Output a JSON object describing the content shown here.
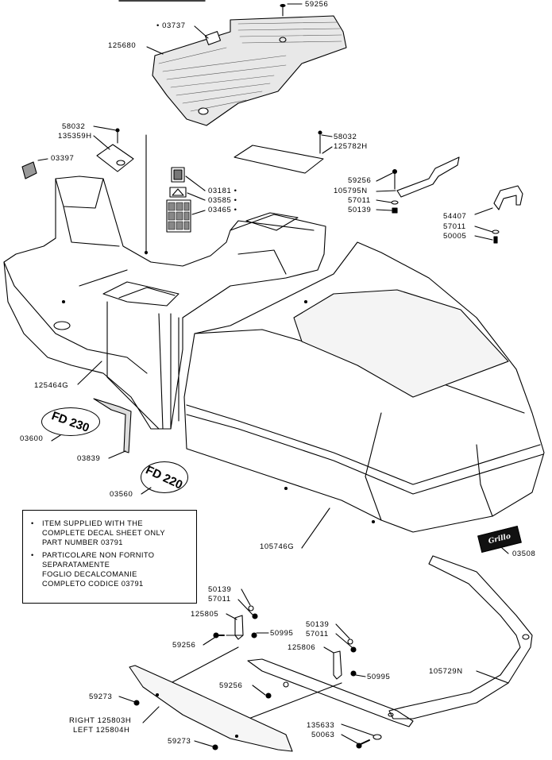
{
  "diagram": {
    "top_rule": "",
    "callouts": [
      {
        "id": "c59256a",
        "text": "59256"
      },
      {
        "id": "c03737",
        "text": "• 03737"
      },
      {
        "id": "c125680",
        "text": "125680"
      },
      {
        "id": "c58032a",
        "text": "58032"
      },
      {
        "id": "c135359H",
        "text": "135359H"
      },
      {
        "id": "c58032b",
        "text": "58032"
      },
      {
        "id": "c125782H",
        "text": "125782H"
      },
      {
        "id": "c03397",
        "text": "03397"
      },
      {
        "id": "c03181",
        "text": "03181 •"
      },
      {
        "id": "c03585",
        "text": "03585 •"
      },
      {
        "id": "c03465",
        "text": "03465 •"
      },
      {
        "id": "c59256b",
        "text": "59256"
      },
      {
        "id": "c105795N",
        "text": "105795N"
      },
      {
        "id": "c57011a",
        "text": "57011"
      },
      {
        "id": "c50139a",
        "text": "50139"
      },
      {
        "id": "c54407",
        "text": "54407"
      },
      {
        "id": "c57011b",
        "text": "57011"
      },
      {
        "id": "c50005",
        "text": "50005"
      },
      {
        "id": "c125464G",
        "text": "125464G"
      },
      {
        "id": "c03600",
        "text": "03600"
      },
      {
        "id": "c03839",
        "text": "03839"
      },
      {
        "id": "c03560",
        "text": "03560"
      },
      {
        "id": "c105746G",
        "text": "105746G"
      },
      {
        "id": "c03508",
        "text": "03508"
      },
      {
        "id": "c50139b",
        "text": "50139"
      },
      {
        "id": "c57011c",
        "text": "57011"
      },
      {
        "id": "c125805",
        "text": "125805"
      },
      {
        "id": "c50995a",
        "text": "50995"
      },
      {
        "id": "c59256c",
        "text": "59256"
      },
      {
        "id": "c50139c",
        "text": "50139"
      },
      {
        "id": "c57011d",
        "text": "57011"
      },
      {
        "id": "c125806",
        "text": "125806"
      },
      {
        "id": "c50995b",
        "text": "50995"
      },
      {
        "id": "c105729N",
        "text": "105729N"
      },
      {
        "id": "c59256d",
        "text": "59256"
      },
      {
        "id": "c59273a",
        "text": "59273"
      },
      {
        "id": "c125803H",
        "text": "RIGHT 125803H"
      },
      {
        "id": "c125804H",
        "text": "LEFT 125804H"
      },
      {
        "id": "c59273b",
        "text": "59273"
      },
      {
        "id": "c135633",
        "text": "135633"
      },
      {
        "id": "c50063",
        "text": "50063"
      }
    ],
    "badges": {
      "fd230": "FD 230",
      "fd220": "FD 220",
      "logo": "Grillo"
    },
    "note": {
      "en": [
        "ITEM SUPPLIED WITH THE",
        "COMPLETE DECAL SHEET ONLY",
        "PART NUMBER 03791"
      ],
      "it": [
        "PARTICOLARE NON FORNITO",
        "SEPARATAMENTE",
        "FOGLIO DECALCOMANIE",
        "COMPLETO CODICE 03791"
      ]
    }
  }
}
